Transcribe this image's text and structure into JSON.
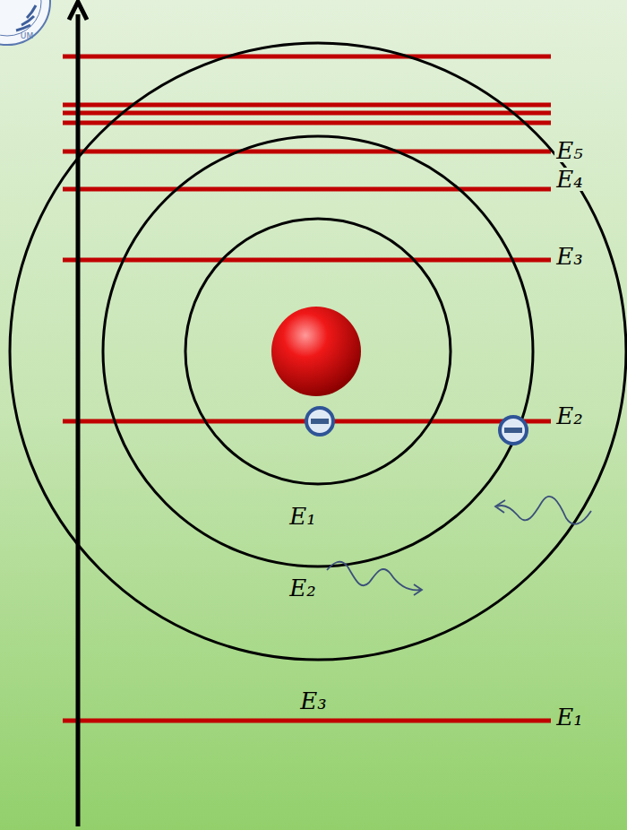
{
  "diagram": {
    "labels": [
      "UM",
      "E₅",
      "E₄",
      "E₃",
      "E₂",
      "E₁",
      "E₁",
      "E₂",
      "E₃"
    ]
  }
}
